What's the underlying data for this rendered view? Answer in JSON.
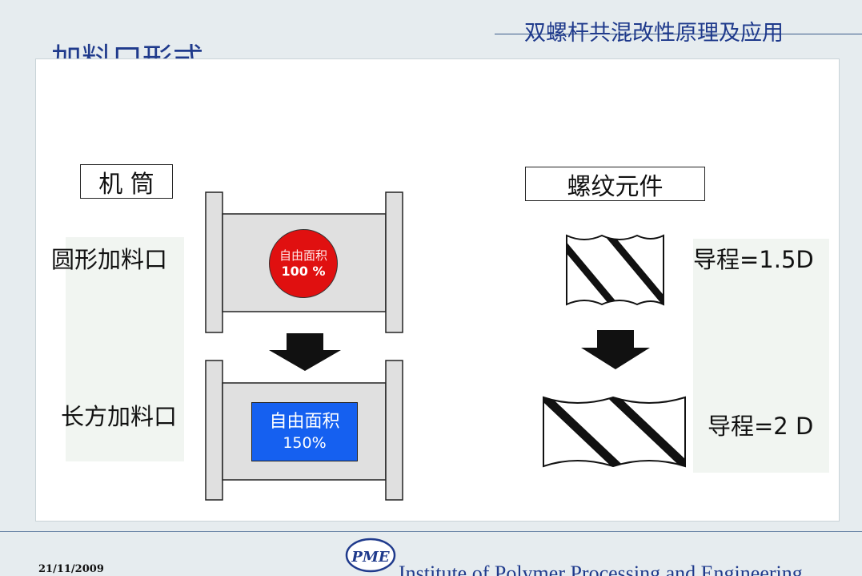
{
  "header": {
    "title": "双螺杆共混改性原理及应用"
  },
  "slide": {
    "title": "加料口形式"
  },
  "barrel": {
    "section_label": "机 筒",
    "round_port": {
      "label": "圆形加料口",
      "badge_line1": "自由面积",
      "badge_line2": "100 %",
      "badge_color": "#e01010"
    },
    "rect_port": {
      "label": "长方加料口",
      "badge_line1": "自由面积",
      "badge_line2": "150%",
      "badge_color": "#1560f0"
    }
  },
  "screw": {
    "section_label": "螺纹元件",
    "lead1": "导程=1.5D",
    "lead2": "导程=2 D"
  },
  "footer": {
    "date": "21/11/2009",
    "logo_text": "PME",
    "institute": "Institute of Polymer Processing and Engineering"
  }
}
